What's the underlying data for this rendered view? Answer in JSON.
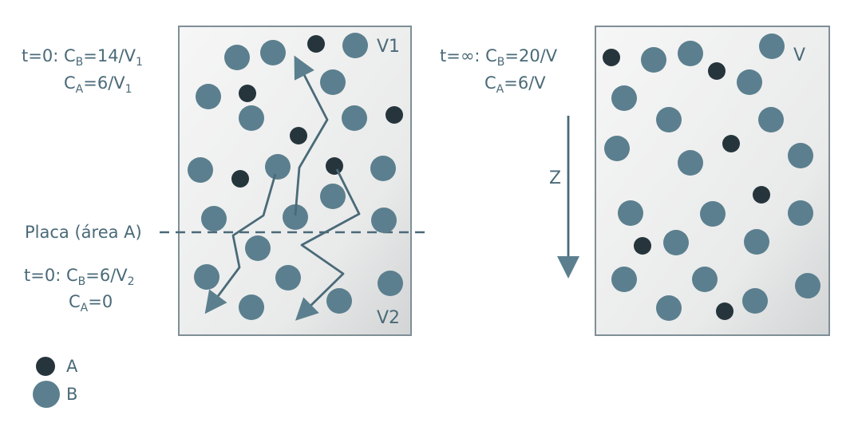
{
  "left_box": {
    "top_label": "V1",
    "bottom_label": "V2",
    "initial_top": {
      "prefix": "t=0: ",
      "cb_var": "C",
      "cb_sub": "B",
      "cb_val": "=14/V",
      "cb_val_sub": "1",
      "ca_var": "C",
      "ca_sub": "A",
      "ca_val": "=6/V",
      "ca_val_sub": "1"
    },
    "initial_bottom": {
      "prefix": "t=0: ",
      "cb_var": "C",
      "cb_sub": "B",
      "cb_val": "=6/V",
      "cb_val_sub": "2",
      "ca_var": "C",
      "ca_sub": "A",
      "ca_val": "=0"
    },
    "plate_label": "Placa (área A)"
  },
  "right_box": {
    "label": "V",
    "final": {
      "prefix": "t=∞: ",
      "cb_var": "C",
      "cb_sub": "B",
      "cb_val": "=20/V",
      "ca_var": "C",
      "ca_sub": "A",
      "ca_val": "=6/V"
    },
    "axis_label": "Z"
  },
  "legend": [
    {
      "key": "A",
      "label": "A",
      "color": "#26353c"
    },
    {
      "key": "B",
      "label": "B",
      "color": "#5b7f8e"
    }
  ],
  "colors": {
    "particle_A": "#26353c",
    "particle_B": "#5b7f8e",
    "arrow": "#4a6a78",
    "box_border": "#7f8f96"
  }
}
